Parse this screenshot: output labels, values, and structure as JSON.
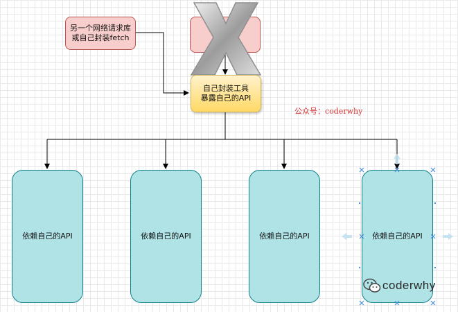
{
  "nodes": {
    "other_lib": "另一个网络请求库\n或自己封装fetch",
    "removed_lib": "",
    "wrapper_tool": "自己封装工具\n暴露自己的API",
    "consumers": [
      "依赖自己的API",
      "依赖自己的API",
      "依赖自己的API",
      "依赖自己的API"
    ]
  },
  "labels": {
    "wechat_account": "公众号：coderwhy",
    "watermark": "coderwhy"
  },
  "icons": {
    "cross_mark": "x-mark-icon",
    "watermark_logo": "wechat-logo-icon"
  },
  "colors": {
    "pink_fill": "#f8cecc",
    "pink_stroke": "#b85450",
    "yellow_fill": "#ffd966",
    "yellow_stroke": "#d6b656",
    "cyan_fill": "#b0e3e6",
    "cyan_stroke": "#0e8088",
    "label_red": "#d32f2f",
    "x_gray": "#9e9e9e"
  }
}
